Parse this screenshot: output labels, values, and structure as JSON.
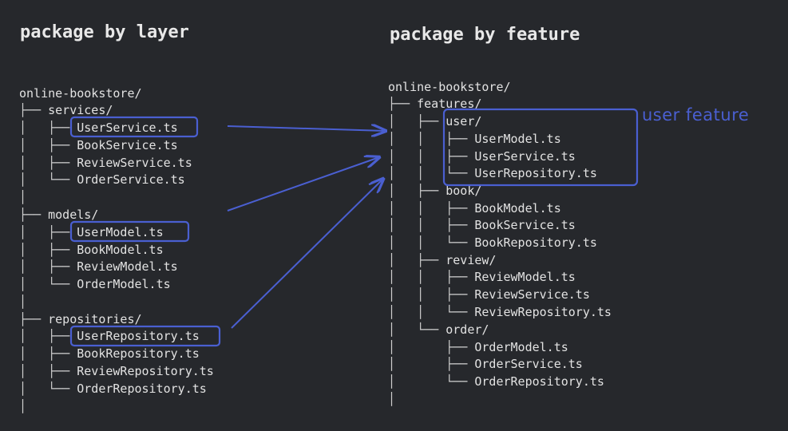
{
  "headings": {
    "left": "package by layer",
    "right": "package by feature"
  },
  "annotation": {
    "feature_label": "user feature"
  },
  "left_tree": {
    "root": "online-bookstore/",
    "groups": [
      {
        "folder": "services/",
        "files": [
          "UserService.ts",
          "BookService.ts",
          "ReviewService.ts",
          "OrderService.ts"
        ]
      },
      {
        "folder": "models/",
        "files": [
          "UserModel.ts",
          "BookModel.ts",
          "ReviewModel.ts",
          "OrderModel.ts"
        ]
      },
      {
        "folder": "repositories/",
        "files": [
          "UserRepository.ts",
          "BookRepository.ts",
          "ReviewRepository.ts",
          "OrderRepository.ts"
        ]
      }
    ]
  },
  "right_tree": {
    "root": "online-bookstore/",
    "features_folder": "features/",
    "groups": [
      {
        "folder": "user/",
        "files": [
          "UserModel.ts",
          "UserService.ts",
          "UserRepository.ts"
        ]
      },
      {
        "folder": "book/",
        "files": [
          "BookModel.ts",
          "BookService.ts",
          "BookRepository.ts"
        ]
      },
      {
        "folder": "review/",
        "files": [
          "ReviewModel.ts",
          "ReviewService.ts",
          "ReviewRepository.ts"
        ]
      },
      {
        "folder": "order/",
        "files": [
          "OrderModel.ts",
          "OrderService.ts",
          "OrderRepository.ts"
        ]
      }
    ]
  },
  "colors": {
    "background": "#26282c",
    "highlight": "#4a5fd1",
    "text": "#e2e2e2"
  }
}
